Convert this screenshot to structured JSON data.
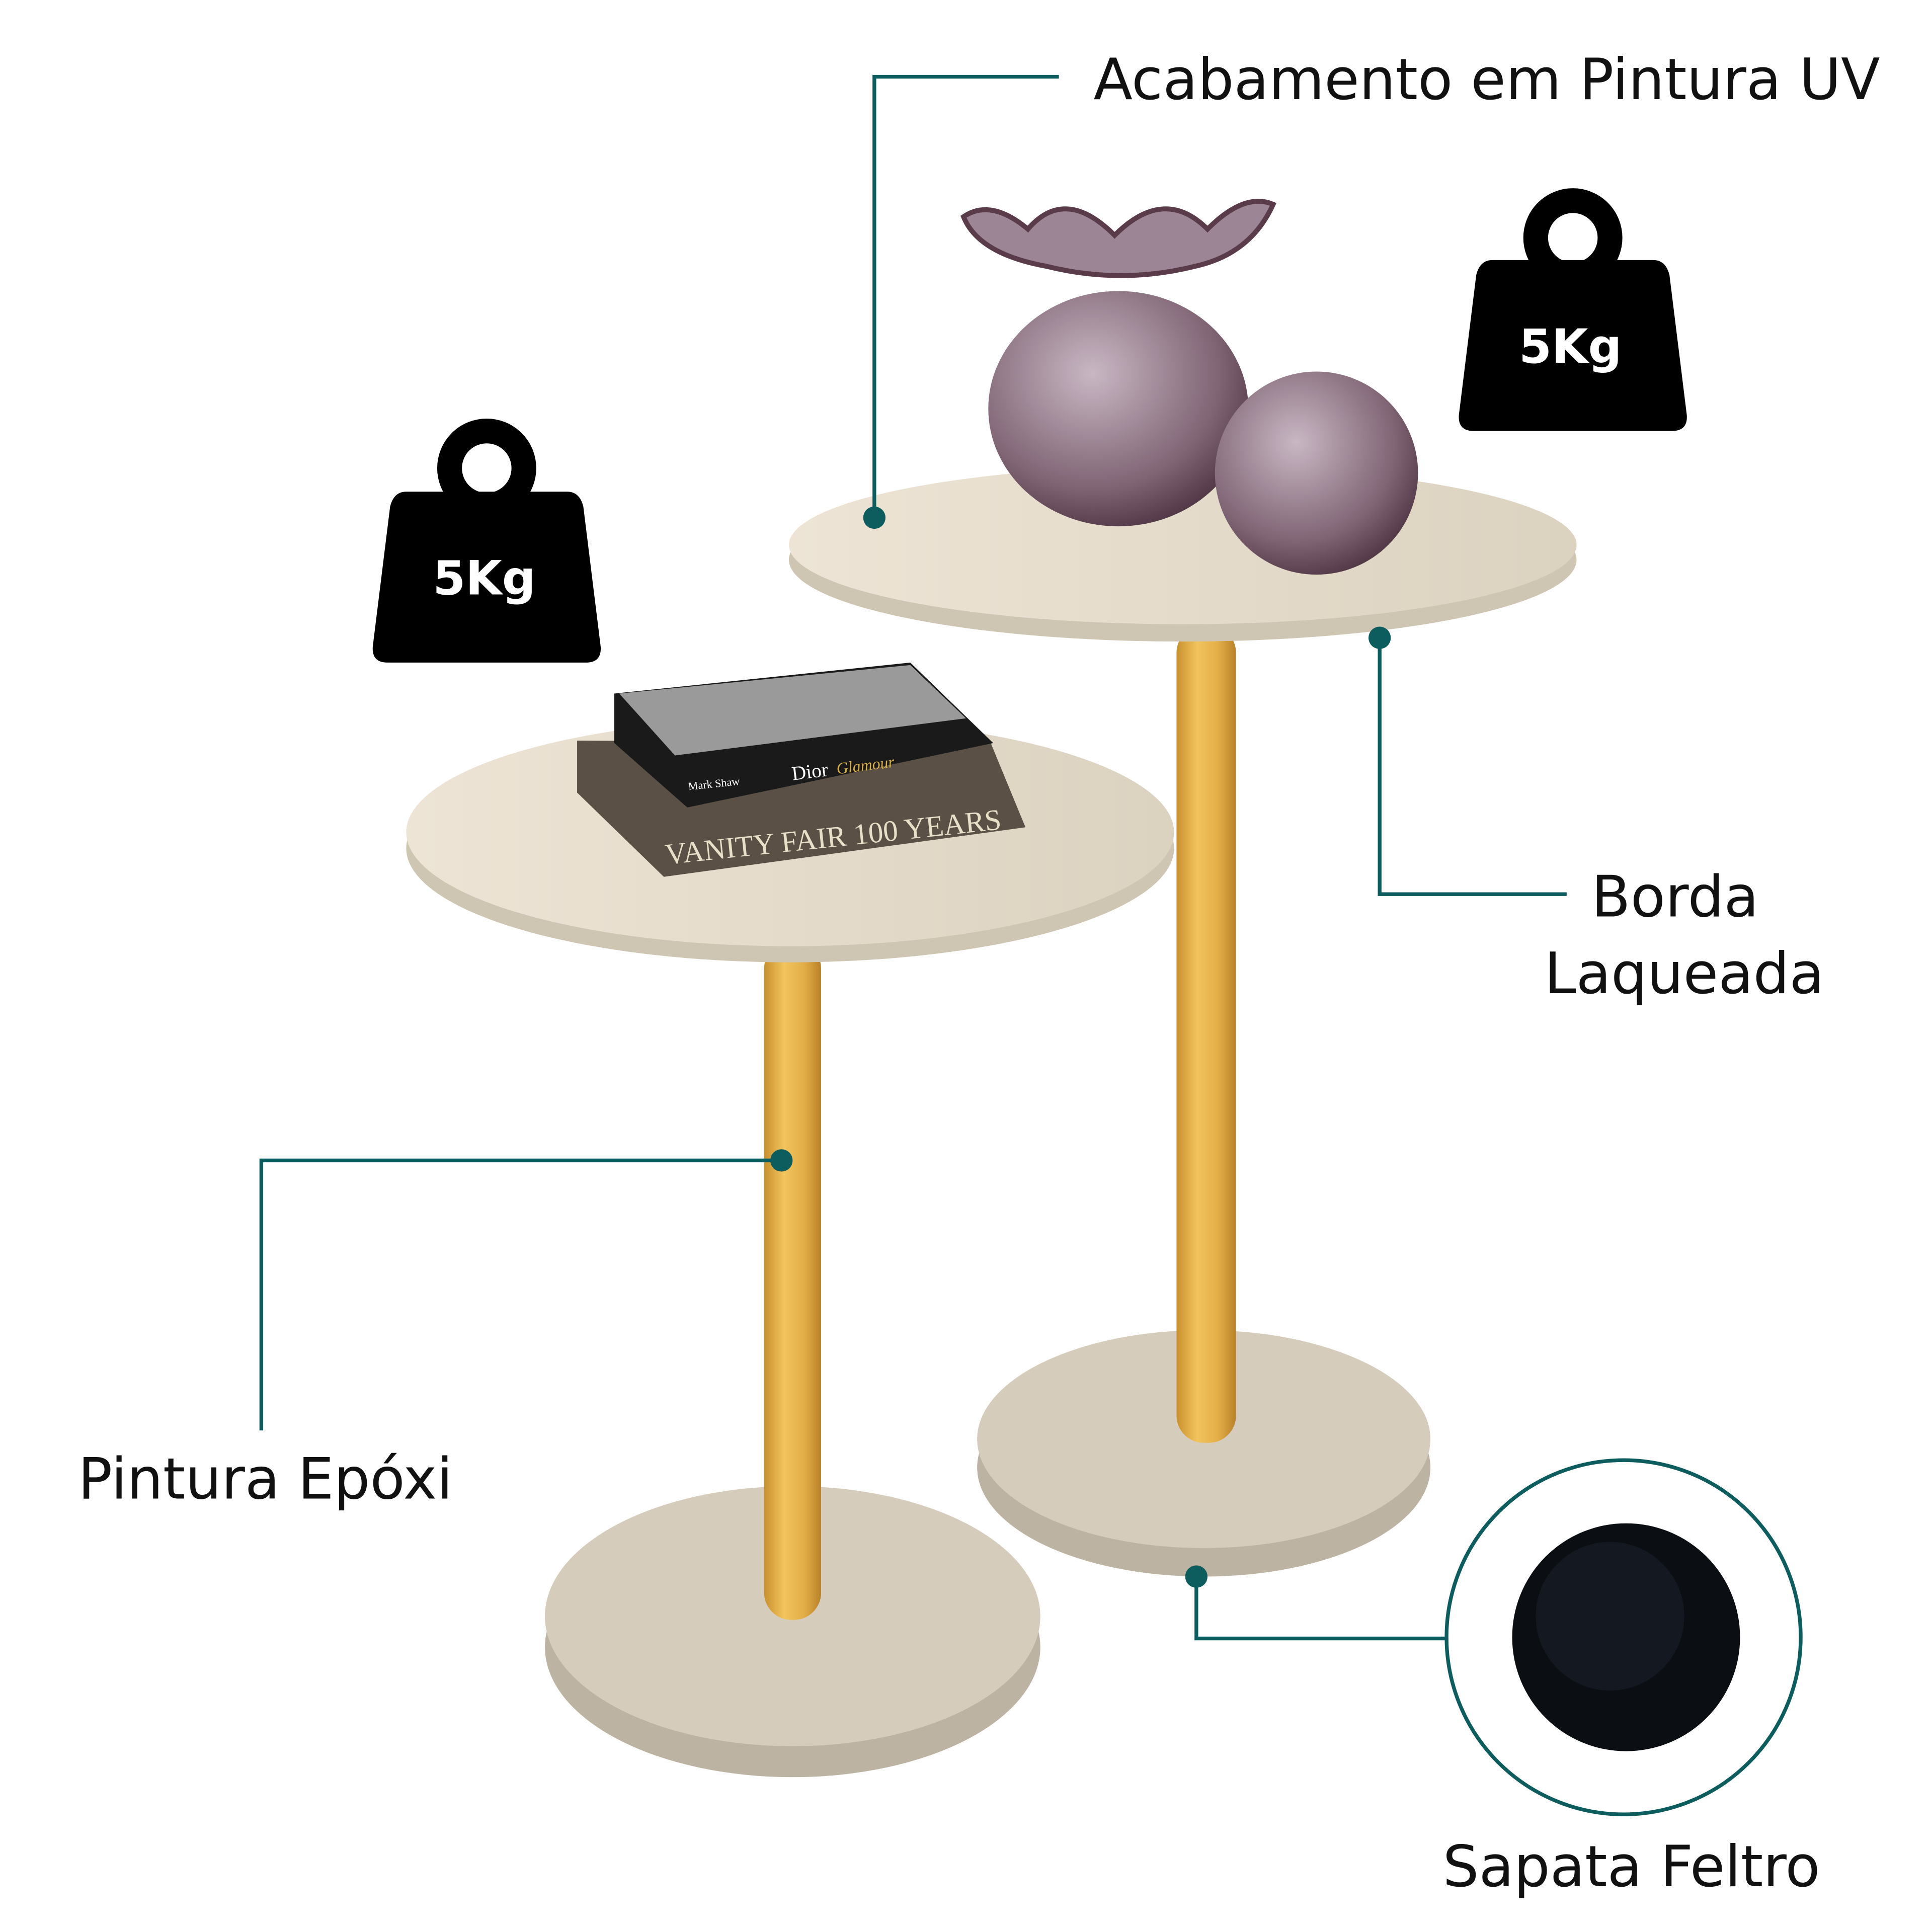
{
  "labels": {
    "uv_finish": "Acabamento em Pintura UV",
    "edge_line1": "Borda",
    "edge_line2": "Laqueada",
    "epoxy": "Pintura Epóxi",
    "felt_foot": "Sapata Feltro"
  },
  "weights": {
    "large_table": "5Kg",
    "small_table": "5Kg"
  },
  "books": {
    "top_title": "Dior Glamour",
    "top_title_main": "Dior",
    "top_title_script": "Glamour",
    "top_author": "Mark Shaw",
    "bottom_title": "VANITY FAIR 100 YEARS"
  },
  "colors": {
    "callout": "#0D5C5E",
    "tabletop": "#E6DCCB",
    "pole": "#E8B54C",
    "weight_icon": "#000000",
    "felt": "#0B0E12"
  }
}
